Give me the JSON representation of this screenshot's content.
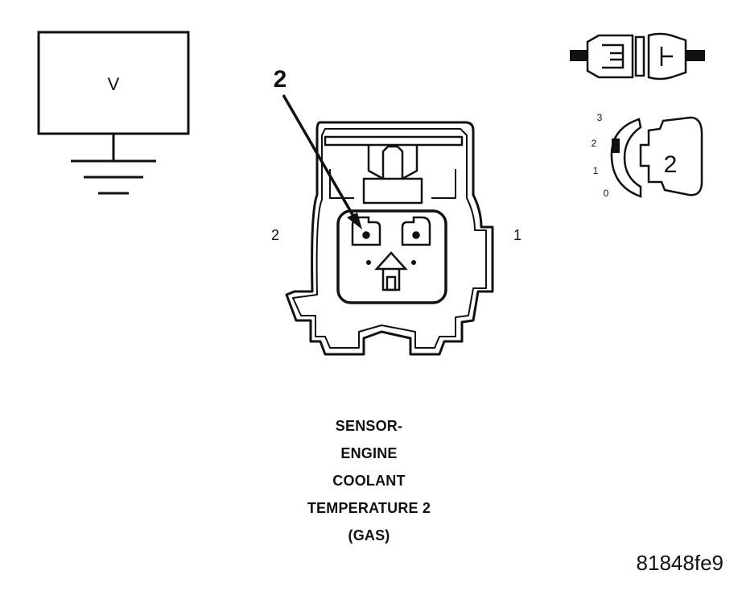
{
  "meter": {
    "label": "V"
  },
  "connector": {
    "callout_number": "2",
    "left_cavity_label": "2",
    "right_cavity_label": "1"
  },
  "mating_icon": {
    "view_number": "2",
    "scale_labels": [
      "3",
      "2",
      "1",
      "0"
    ]
  },
  "title_lines": [
    "SENSOR-",
    "ENGINE",
    "COOLANT",
    "TEMPERATURE 2",
    "(GAS)"
  ],
  "figure_id": "81848fe9"
}
